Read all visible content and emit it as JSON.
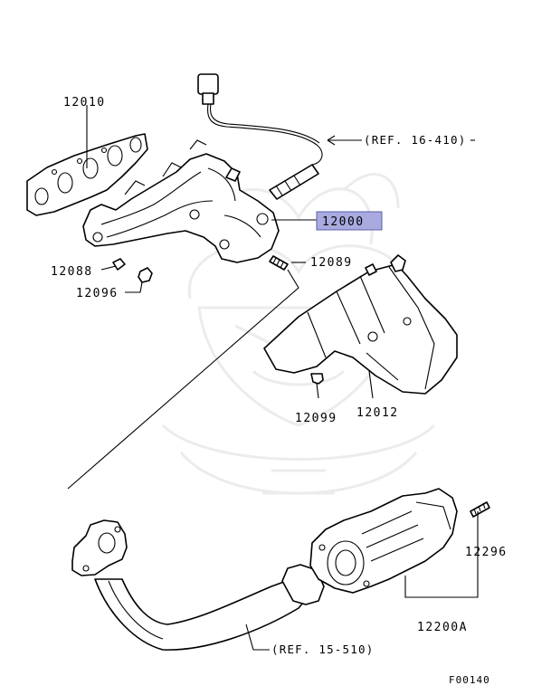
{
  "diagram": {
    "parts": {
      "manifold_gasket": "12010",
      "exhaust_manifold": "12000",
      "manifold_nut": "12088",
      "manifold_nut_2": "12096",
      "manifold_stud": "12089",
      "heat_protector": "12012",
      "protector_bolt": "12099",
      "catalytic_converter": "12200A",
      "converter_stud": "12296"
    },
    "references": {
      "oxygen_sensor_ref": "(REF. 16-410)",
      "exhaust_pipe_ref": "(REF. 15-510)"
    },
    "highlighted_part": "12000",
    "figure_code": "F00140",
    "watermark": "samurai-helmet-logo",
    "colors": {
      "highlight": "#a9abe0",
      "line": "#000000",
      "watermark": "#ececec"
    }
  }
}
